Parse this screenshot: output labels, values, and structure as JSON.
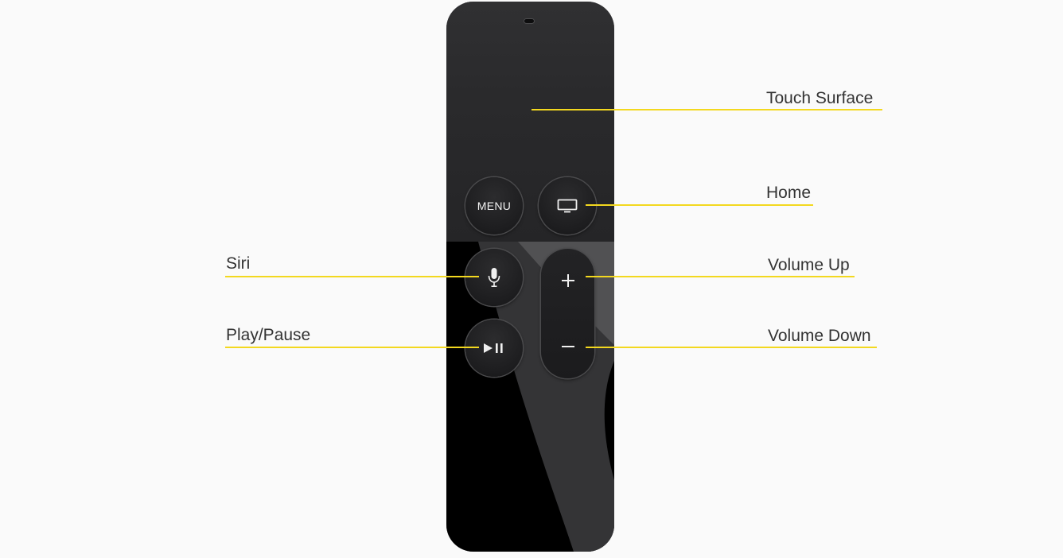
{
  "remote": {
    "menu_button": "MENU",
    "buttons": {
      "home": "tv-icon",
      "siri": "microphone-icon",
      "play_pause": "play-pause-icon",
      "volume_up": "plus-icon",
      "volume_down": "minus-icon"
    }
  },
  "callouts": {
    "touch_surface": "Touch Surface",
    "home": "Home",
    "siri": "Siri",
    "volume_up": "Volume Up",
    "play_pause": "Play/Pause",
    "volume_down": "Volume Down"
  },
  "colors": {
    "leader_line": "#f3d81f",
    "background": "#fafafa",
    "remote_body": "#2a2a2c",
    "label_text": "#333333"
  }
}
